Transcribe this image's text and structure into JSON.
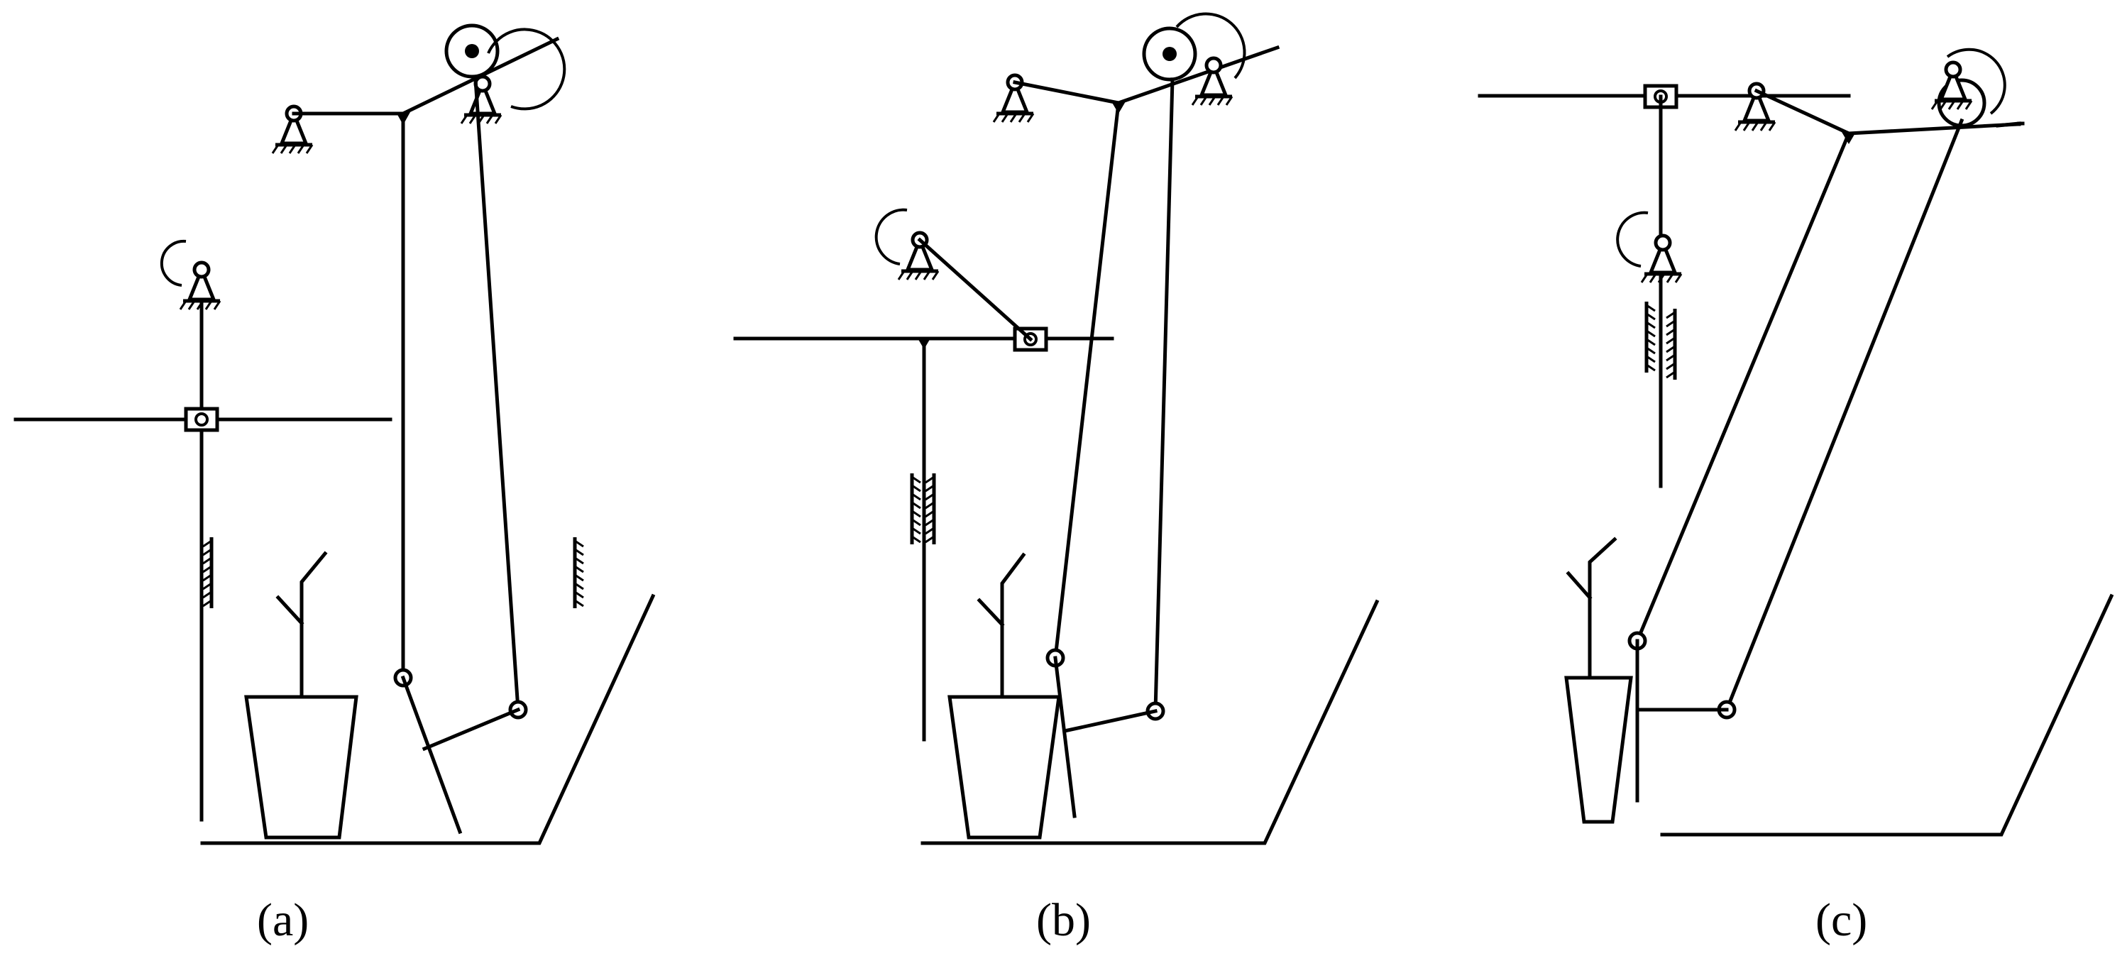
{
  "panels": [
    {
      "id": "a",
      "label": "(a)"
    },
    {
      "id": "b",
      "label": "(b)"
    },
    {
      "id": "c",
      "label": "(c)"
    }
  ],
  "colors": {
    "ink": "#000000",
    "paper": "#ffffff"
  }
}
